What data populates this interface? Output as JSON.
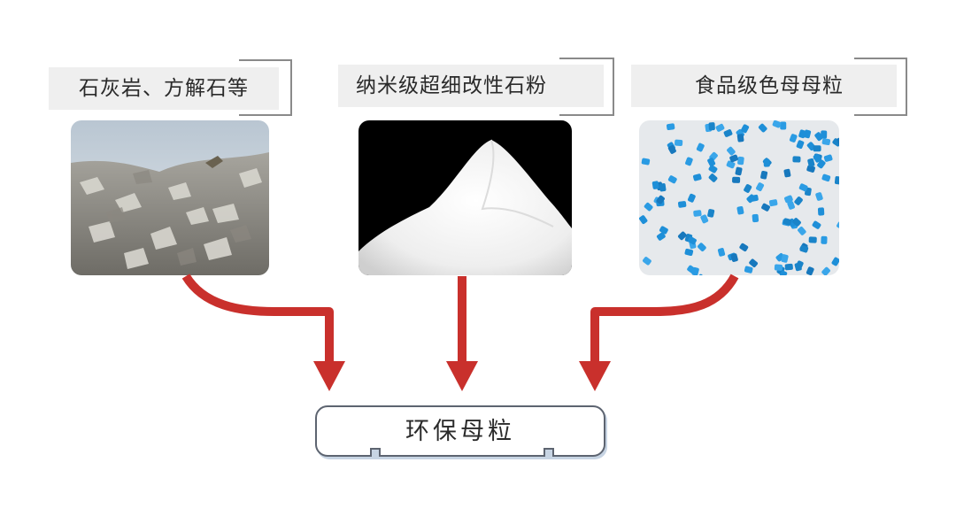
{
  "sources": [
    {
      "label": "石灰岩、方解石等",
      "image": "limestone-rocks-photo"
    },
    {
      "label": "纳米级超细改性石粉",
      "image": "white-powder-photo"
    },
    {
      "label": "食品级色母母粒",
      "image": "blue-masterbatch-pellets-photo"
    }
  ],
  "result": {
    "label": "环保母粒"
  },
  "colors": {
    "arrow": "#c9302c",
    "label_bg": "#efefef",
    "bracket": "#8a8a8a",
    "box_border": "#5d6470",
    "box_shadow": "#c7d4e3"
  }
}
